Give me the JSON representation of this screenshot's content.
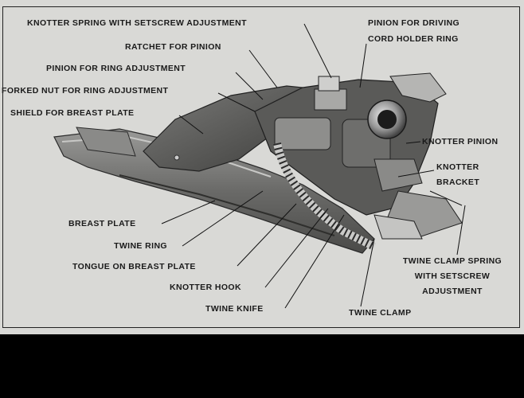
{
  "labels": {
    "knotter_spring": "KNOTTER SPRING WITH SETSCREW ADJUSTMENT",
    "ratchet_pinion": "RATCHET FOR PINION",
    "pinion_ring_adjustment": "PINION FOR RING ADJUSTMENT",
    "forked_nut": "FORKED NUT FOR RING ADJUSTMENT",
    "shield_breast_plate": "SHIELD FOR BREAST PLATE",
    "pinion_driving_line1": "PINION FOR DRIVING",
    "pinion_driving_line2": "CORD HOLDER RING",
    "knotter_pinion": "KNOTTER PINION",
    "knotter_bracket_line1": "KNOTTER",
    "knotter_bracket_line2": "BRACKET",
    "breast_plate": "BREAST PLATE",
    "twine_ring": "TWINE RING",
    "tongue_breast_plate": "TONGUE ON BREAST PLATE",
    "knotter_hook": "KNOTTER HOOK",
    "twine_knife": "TWINE KNIFE",
    "twine_clamp": "TWINE CLAMP",
    "twine_clamp_spring_line1": "TWINE CLAMP SPRING",
    "twine_clamp_spring_line2": "WITH SETSCREW",
    "twine_clamp_spring_line3": "ADJUSTMENT"
  },
  "colors": {
    "paper": "#d9d9d6",
    "ink": "#1a1a1a",
    "metal_dark": "#3a3a3a",
    "metal_mid": "#777777",
    "metal_light": "#bdbdbd",
    "letterbox": "#000000"
  }
}
